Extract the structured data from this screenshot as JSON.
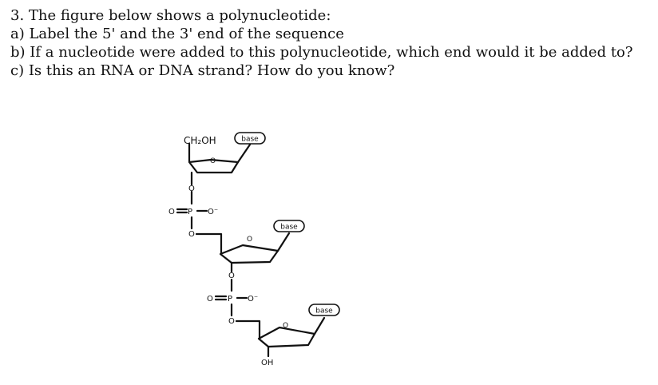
{
  "question": {
    "title": "3. The figure below shows a polynucleotide:",
    "part_a": "a) Label the 5' and the 3' end of the sequence",
    "part_b": "b) If a nucleotide were added to this polynucleotide, which end would it be added to?",
    "part_c": "c) Is this an RNA or DNA strand? How do you know?"
  },
  "figure": {
    "top_group": "CH₂OH",
    "base_label": "base",
    "ring_oxygen": "O",
    "ester_oxygen": "O",
    "double_bond_oxygen": "O",
    "charged_oxygen": "O⁻",
    "phosphorus": "P",
    "bottom_group": "OH"
  }
}
